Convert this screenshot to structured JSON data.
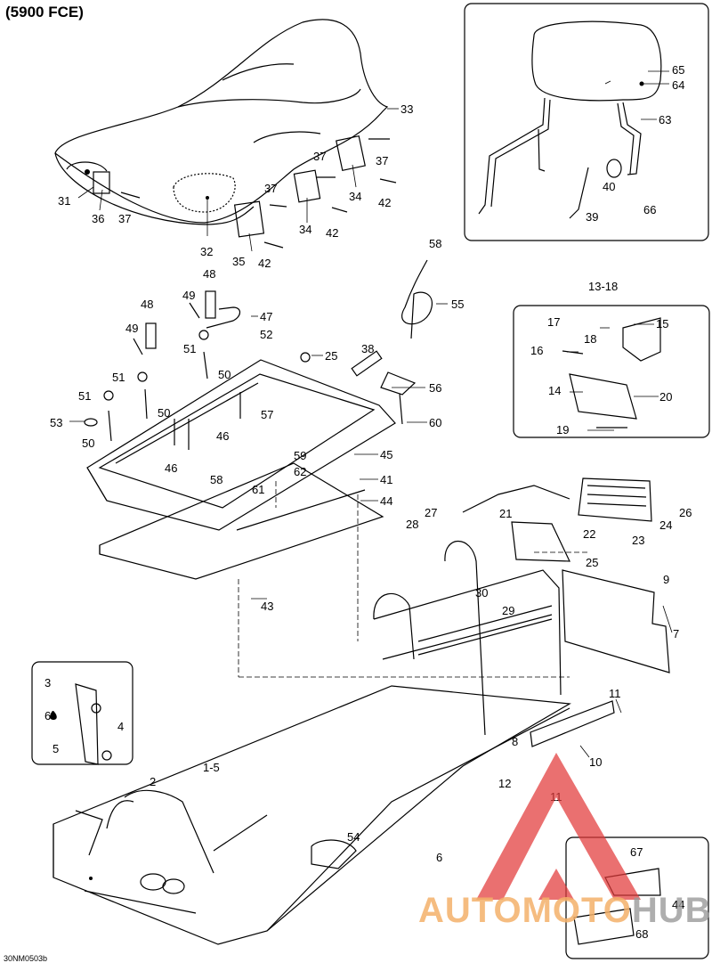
{
  "title": "(5900 FCE)",
  "drawing_code": "30NM0503b",
  "watermark": {
    "part1": "AUTOMOTO",
    "part2": "HUB"
  },
  "callouts": {
    "c1": "1-5",
    "c2": "2",
    "c3": "3",
    "c4": "4",
    "c5": "5",
    "c6a": "6",
    "c6b": "6",
    "c7": "7",
    "c8": "8",
    "c9": "9",
    "c10": "10",
    "c11a": "11",
    "c11b": "11",
    "c12": "12",
    "c13": "13-18",
    "c14": "14",
    "c15": "15",
    "c16": "16",
    "c17": "17",
    "c18": "18",
    "c19": "19",
    "c20": "20",
    "c21": "21",
    "c22": "22",
    "c23": "23",
    "c24": "24",
    "c25a": "25",
    "c25b": "25",
    "c26": "26",
    "c27": "27",
    "c28": "28",
    "c29": "29",
    "c30": "30",
    "c31": "31",
    "c32": "32",
    "c33": "33",
    "c34a": "34",
    "c34b": "34",
    "c35": "35",
    "c36": "36",
    "c37a": "37",
    "c37b": "37",
    "c37c": "37",
    "c37d": "37",
    "c38": "38",
    "c39": "39",
    "c40": "40",
    "c41": "41",
    "c42a": "42",
    "c42b": "42",
    "c42c": "42",
    "c43": "43",
    "c44a": "44",
    "c44b": "44",
    "c45": "45",
    "c46a": "46",
    "c46b": "46",
    "c47": "47",
    "c48a": "48",
    "c48b": "48",
    "c49a": "49",
    "c49b": "49",
    "c50a": "50",
    "c50b": "50",
    "c50c": "50",
    "c51a": "51",
    "c51b": "51",
    "c51c": "51",
    "c52": "52",
    "c53": "53",
    "c54": "54",
    "c55": "55",
    "c56": "56",
    "c57": "57",
    "c58a": "58",
    "c58b": "58",
    "c59": "59",
    "c60": "60",
    "c61": "61",
    "c62": "62",
    "c63": "63",
    "c64": "64",
    "c65": "65",
    "c66": "66",
    "c67": "67",
    "c68": "68"
  }
}
